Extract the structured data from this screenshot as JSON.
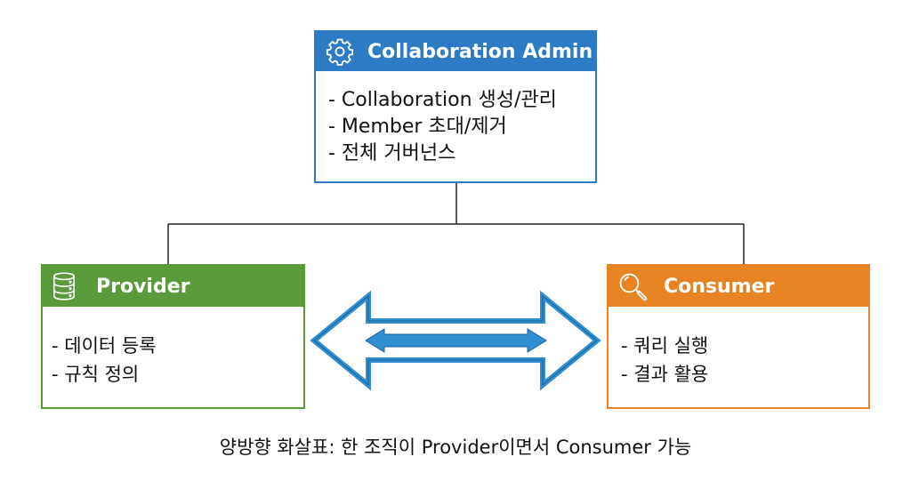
{
  "admin": {
    "title": "Collaboration Admin",
    "icon": "gear-icon",
    "color": "#2d7bc4",
    "items": [
      "- Collaboration 생성/관리",
      "- Member 초대/제거",
      "- 전체 거버넌스"
    ]
  },
  "provider": {
    "title": "Provider",
    "icon": "database-icon",
    "color": "#5a9a3a",
    "items": [
      "- 데이터 등록",
      "- 규칙 정의"
    ]
  },
  "consumer": {
    "title": "Consumer",
    "icon": "search-icon",
    "color": "#e88324",
    "items": [
      "- 쿼리 실행",
      "- 결과 활용"
    ]
  },
  "arrow": {
    "type": "bidirectional",
    "color": "#2f8fd0"
  },
  "caption": "양방향 화살표: 한 조직이 Provider이면서 Consumer 가능"
}
